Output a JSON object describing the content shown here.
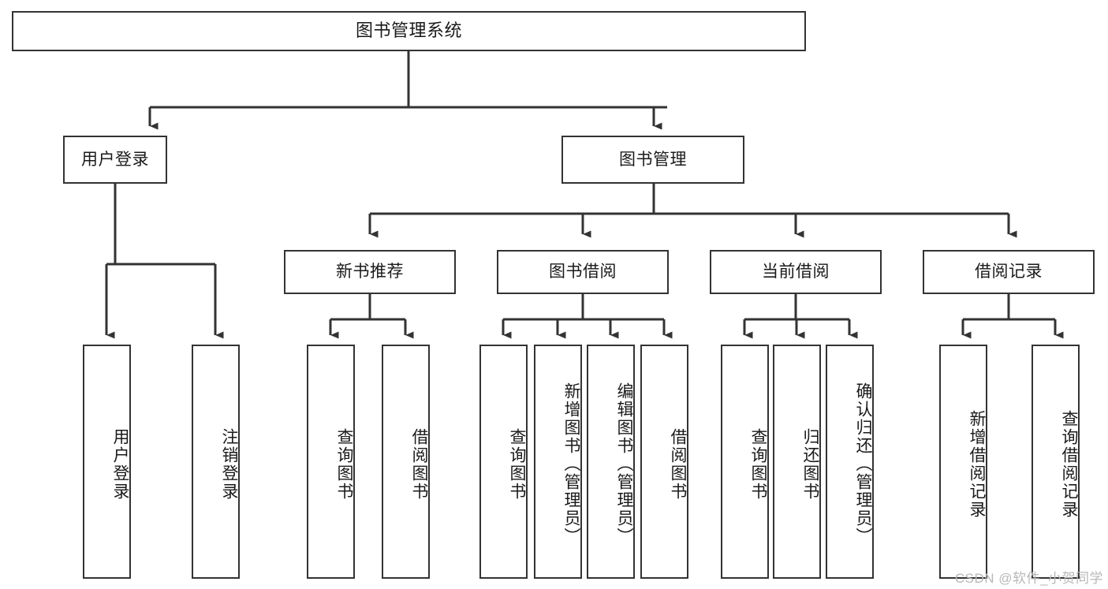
{
  "diagram": {
    "title": "图书管理系统",
    "type": "tree-hierarchy-chart",
    "line_color": "#333333",
    "box_fill": "#ffffff",
    "text_color": "#1a1a1a",
    "watermark": "CSDN @软件_小贺同学",
    "root": {
      "label": "图书管理系统"
    },
    "level1": [
      {
        "label": "用户登录"
      },
      {
        "label": "图书管理"
      }
    ],
    "level2": [
      {
        "label": "新书推荐"
      },
      {
        "label": "图书借阅"
      },
      {
        "label": "当前借阅"
      },
      {
        "label": "借阅记录"
      }
    ],
    "leaves": {
      "user_login": [
        {
          "label": "用户登录"
        },
        {
          "label": "注销登录"
        }
      ],
      "new_book_recommend": [
        {
          "label": "查询图书"
        },
        {
          "label": "借阅图书"
        }
      ],
      "book_borrow": [
        {
          "label": "查询图书"
        },
        {
          "label": "新增图书（管理员）"
        },
        {
          "label": "编辑图书（管理员）"
        },
        {
          "label": "借阅图书"
        }
      ],
      "current_borrow": [
        {
          "label": "查询图书"
        },
        {
          "label": "归还图书"
        },
        {
          "label": "确认归还（管理员）"
        }
      ],
      "borrow_record": [
        {
          "label": "新增借阅记录"
        },
        {
          "label": "查询借阅记录"
        }
      ]
    }
  }
}
